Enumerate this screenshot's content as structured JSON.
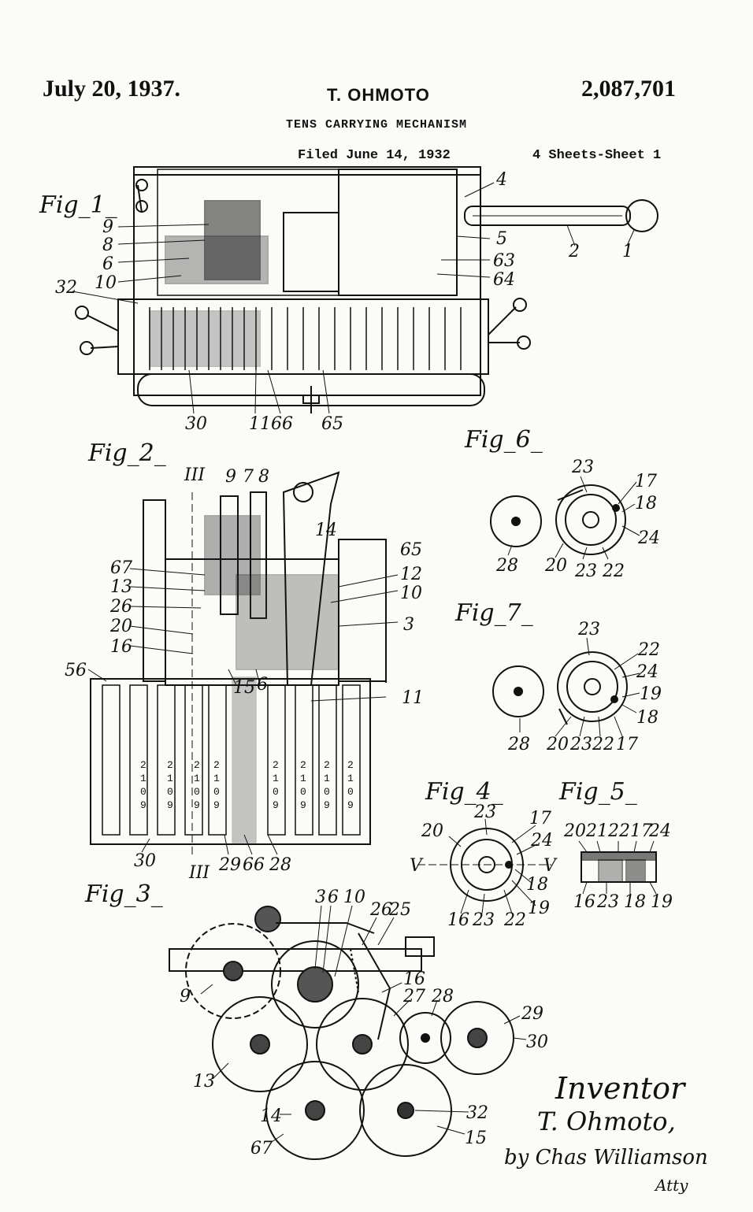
{
  "header": {
    "date": "July 20, 1937.",
    "inventor_name": "T. OHMOTO",
    "patent_number": "2,087,701",
    "title": "TENS CARRYING MECHANISM",
    "filed": "Filed June 14, 1932",
    "sheets": "4 Sheets-Sheet 1"
  },
  "figures": {
    "fig1": {
      "label": "Fig_1_",
      "refs": [
        "9",
        "8",
        "6",
        "10",
        "32",
        "4",
        "2",
        "1",
        "5",
        "63",
        "64",
        "30",
        "11",
        "66",
        "65"
      ]
    },
    "fig2": {
      "label": "Fig_2_",
      "refs": [
        "III",
        "9",
        "7",
        "8",
        "67",
        "13",
        "26",
        "20",
        "16",
        "56",
        "14",
        "65",
        "12",
        "10",
        "3",
        "11",
        "15",
        "6",
        "29",
        "66",
        "28",
        "30",
        "III"
      ]
    },
    "fig3": {
      "label": "Fig_3_",
      "refs": [
        "3",
        "6",
        "10",
        "26",
        "25",
        "16",
        "9",
        "27",
        "28",
        "29",
        "30",
        "13",
        "14",
        "67",
        "32",
        "15"
      ]
    },
    "fig4": {
      "label": "Fig_4_",
      "refs": [
        "23",
        "17",
        "20",
        "24",
        "V",
        "V",
        "18",
        "16",
        "23",
        "22",
        "19"
      ]
    },
    "fig5": {
      "label": "Fig_5_",
      "refs": [
        "20",
        "21",
        "22",
        "17",
        "24",
        "16",
        "23",
        "18",
        "19"
      ]
    },
    "fig6": {
      "label": "Fig_6_",
      "refs": [
        "23",
        "17",
        "18",
        "24",
        "28",
        "20",
        "23",
        "22"
      ]
    },
    "fig7": {
      "label": "Fig_7_",
      "refs": [
        "23",
        "22",
        "24",
        "19",
        "18",
        "28",
        "20",
        "23",
        "22",
        "17"
      ]
    }
  },
  "counter_digits": [
    "2",
    "1",
    "0",
    "9"
  ],
  "signature": {
    "line1": "Inventor",
    "line2": "T. Ohmoto,",
    "line3": "by Chas Williamson",
    "line4": "Atty"
  }
}
